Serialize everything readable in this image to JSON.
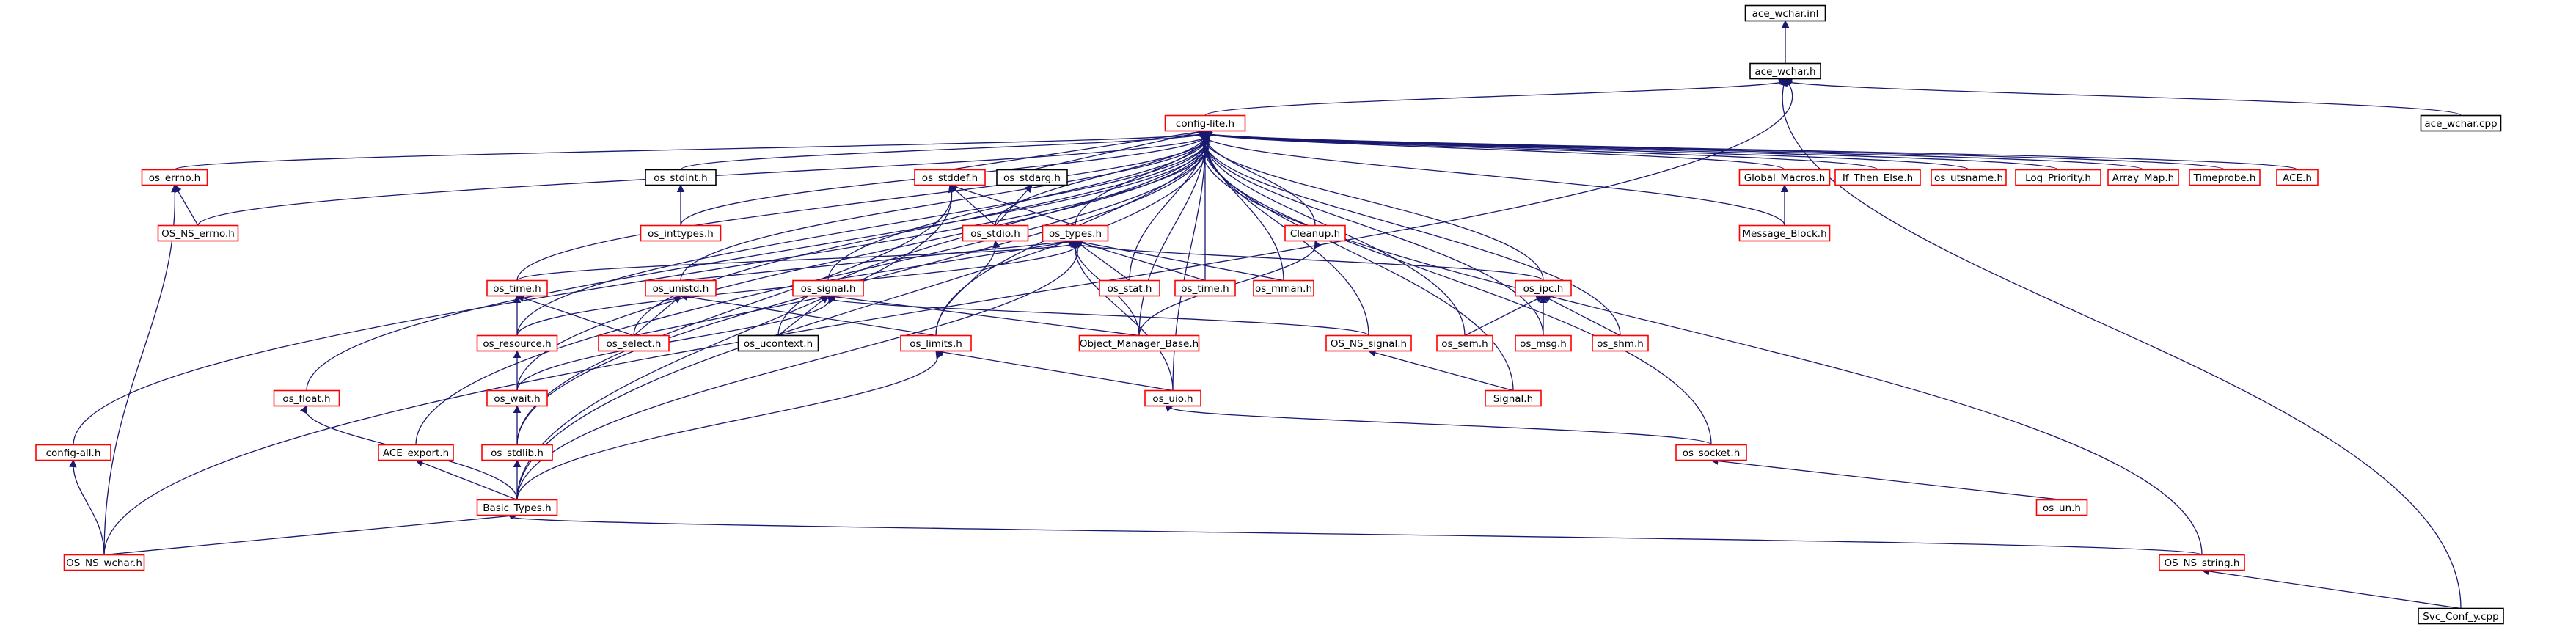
{
  "colors": {
    "background": "#ffffff",
    "edge": "#191970",
    "focus_fill": "#bfbfbf",
    "focus_border": "#000000",
    "incomplete_border": "#ff0000",
    "complete_border": "#000000"
  },
  "graph": {
    "nodes": [
      {
        "id": "ace_wchar_inl",
        "label": "ace_wchar.inl",
        "style": "focus"
      },
      {
        "id": "ace_wchar_h",
        "label": "ace_wchar.h",
        "style": "complete"
      },
      {
        "id": "ace_wchar_cpp",
        "label": "ace_wchar.cpp",
        "style": "complete"
      },
      {
        "id": "config_lite_h",
        "label": "config-lite.h",
        "style": "incomplete"
      },
      {
        "id": "os_errno_h",
        "label": "os_errno.h",
        "style": "incomplete"
      },
      {
        "id": "os_stdint_h",
        "label": "os_stdint.h",
        "style": "complete"
      },
      {
        "id": "os_stddef_h",
        "label": "os_stddef.h",
        "style": "incomplete"
      },
      {
        "id": "os_stdarg_h",
        "label": "os_stdarg.h",
        "style": "complete"
      },
      {
        "id": "global_macros_h",
        "label": "Global_Macros.h",
        "style": "incomplete"
      },
      {
        "id": "if_then_else_h",
        "label": "If_Then_Else.h",
        "style": "incomplete"
      },
      {
        "id": "os_utsname_h",
        "label": "os_utsname.h",
        "style": "incomplete"
      },
      {
        "id": "log_priority_h",
        "label": "Log_Priority.h",
        "style": "incomplete"
      },
      {
        "id": "array_map_h",
        "label": "Array_Map.h",
        "style": "incomplete"
      },
      {
        "id": "timeprobe_h",
        "label": "Timeprobe.h",
        "style": "incomplete"
      },
      {
        "id": "ace_h",
        "label": "ACE.h",
        "style": "incomplete"
      },
      {
        "id": "os_ns_errno_h",
        "label": "OS_NS_errno.h",
        "style": "incomplete"
      },
      {
        "id": "os_inttypes_h",
        "label": "os_inttypes.h",
        "style": "incomplete"
      },
      {
        "id": "os_stdio_h",
        "label": "os_stdio.h",
        "style": "incomplete"
      },
      {
        "id": "os_types_h",
        "label": "os_types.h",
        "style": "incomplete"
      },
      {
        "id": "cleanup_h",
        "label": "Cleanup.h",
        "style": "incomplete"
      },
      {
        "id": "message_block_h",
        "label": "Message_Block.h",
        "style": "incomplete"
      },
      {
        "id": "os_time_h_a",
        "label": "os_time.h",
        "style": "incomplete"
      },
      {
        "id": "os_unistd_h",
        "label": "os_unistd.h",
        "style": "incomplete"
      },
      {
        "id": "os_signal_h",
        "label": "os_signal.h",
        "style": "incomplete"
      },
      {
        "id": "os_stat_h",
        "label": "os_stat.h",
        "style": "incomplete"
      },
      {
        "id": "os_time_h_b",
        "label": "os_time.h",
        "style": "incomplete"
      },
      {
        "id": "os_mman_h",
        "label": "os_mman.h",
        "style": "incomplete"
      },
      {
        "id": "os_ipc_h",
        "label": "os_ipc.h",
        "style": "incomplete"
      },
      {
        "id": "os_resource_h",
        "label": "os_resource.h",
        "style": "incomplete"
      },
      {
        "id": "os_select_h",
        "label": "os_select.h",
        "style": "incomplete"
      },
      {
        "id": "os_ucontext_h",
        "label": "os_ucontext.h",
        "style": "complete"
      },
      {
        "id": "os_limits_h",
        "label": "os_limits.h",
        "style": "incomplete"
      },
      {
        "id": "object_manager_base_h",
        "label": "Object_Manager_Base.h",
        "style": "incomplete"
      },
      {
        "id": "os_ns_signal_h",
        "label": "OS_NS_signal.h",
        "style": "incomplete"
      },
      {
        "id": "os_sem_h",
        "label": "os_sem.h",
        "style": "incomplete"
      },
      {
        "id": "os_msg_h",
        "label": "os_msg.h",
        "style": "incomplete"
      },
      {
        "id": "os_shm_h",
        "label": "os_shm.h",
        "style": "incomplete"
      },
      {
        "id": "os_float_h",
        "label": "os_float.h",
        "style": "incomplete"
      },
      {
        "id": "os_wait_h",
        "label": "os_wait.h",
        "style": "incomplete"
      },
      {
        "id": "os_uio_h",
        "label": "os_uio.h",
        "style": "incomplete"
      },
      {
        "id": "signal_h",
        "label": "Signal.h",
        "style": "incomplete"
      },
      {
        "id": "config_all_h",
        "label": "config-all.h",
        "style": "incomplete"
      },
      {
        "id": "ace_export_h",
        "label": "ACE_export.h",
        "style": "incomplete"
      },
      {
        "id": "os_stdlib_h",
        "label": "os_stdlib.h",
        "style": "incomplete"
      },
      {
        "id": "os_socket_h",
        "label": "os_socket.h",
        "style": "incomplete"
      },
      {
        "id": "basic_types_h",
        "label": "Basic_Types.h",
        "style": "incomplete"
      },
      {
        "id": "os_un_h",
        "label": "os_un.h",
        "style": "incomplete"
      },
      {
        "id": "os_ns_wchar_h",
        "label": "OS_NS_wchar.h",
        "style": "incomplete"
      },
      {
        "id": "os_ns_string_h",
        "label": "OS_NS_string.h",
        "style": "incomplete"
      },
      {
        "id": "svc_conf_y_cpp",
        "label": "Svc_Conf_y.cpp",
        "style": "complete"
      }
    ],
    "edges": [
      {
        "from": "ace_wchar_h",
        "to": "ace_wchar_inl"
      },
      {
        "from": "ace_wchar_cpp",
        "to": "ace_wchar_h"
      },
      {
        "from": "config_lite_h",
        "to": "ace_wchar_h"
      },
      {
        "from": "os_ns_wchar_h",
        "to": "ace_wchar_h"
      },
      {
        "from": "svc_conf_y_cpp",
        "to": "ace_wchar_h"
      },
      {
        "from": "os_errno_h",
        "to": "config_lite_h"
      },
      {
        "from": "os_stdint_h",
        "to": "config_lite_h"
      },
      {
        "from": "os_stddef_h",
        "to": "config_lite_h"
      },
      {
        "from": "os_stdarg_h",
        "to": "config_lite_h"
      },
      {
        "from": "global_macros_h",
        "to": "config_lite_h"
      },
      {
        "from": "if_then_else_h",
        "to": "config_lite_h"
      },
      {
        "from": "os_utsname_h",
        "to": "config_lite_h"
      },
      {
        "from": "log_priority_h",
        "to": "config_lite_h"
      },
      {
        "from": "array_map_h",
        "to": "config_lite_h"
      },
      {
        "from": "timeprobe_h",
        "to": "config_lite_h"
      },
      {
        "from": "ace_h",
        "to": "config_lite_h"
      },
      {
        "from": "os_ns_errno_h",
        "to": "config_lite_h"
      },
      {
        "from": "os_inttypes_h",
        "to": "config_lite_h"
      },
      {
        "from": "os_stdio_h",
        "to": "config_lite_h"
      },
      {
        "from": "os_types_h",
        "to": "config_lite_h"
      },
      {
        "from": "cleanup_h",
        "to": "config_lite_h"
      },
      {
        "from": "message_block_h",
        "to": "config_lite_h"
      },
      {
        "from": "os_time_h_a",
        "to": "config_lite_h"
      },
      {
        "from": "os_unistd_h",
        "to": "config_lite_h"
      },
      {
        "from": "os_signal_h",
        "to": "config_lite_h"
      },
      {
        "from": "os_stat_h",
        "to": "config_lite_h"
      },
      {
        "from": "os_time_h_b",
        "to": "config_lite_h"
      },
      {
        "from": "os_mman_h",
        "to": "config_lite_h"
      },
      {
        "from": "os_ipc_h",
        "to": "config_lite_h"
      },
      {
        "from": "os_resource_h",
        "to": "config_lite_h"
      },
      {
        "from": "os_select_h",
        "to": "config_lite_h"
      },
      {
        "from": "os_ucontext_h",
        "to": "config_lite_h"
      },
      {
        "from": "os_limits_h",
        "to": "config_lite_h"
      },
      {
        "from": "object_manager_base_h",
        "to": "config_lite_h"
      },
      {
        "from": "os_ns_signal_h",
        "to": "config_lite_h"
      },
      {
        "from": "os_sem_h",
        "to": "config_lite_h"
      },
      {
        "from": "os_msg_h",
        "to": "config_lite_h"
      },
      {
        "from": "os_shm_h",
        "to": "config_lite_h"
      },
      {
        "from": "os_float_h",
        "to": "config_lite_h"
      },
      {
        "from": "os_wait_h",
        "to": "config_lite_h"
      },
      {
        "from": "os_uio_h",
        "to": "config_lite_h"
      },
      {
        "from": "signal_h",
        "to": "config_lite_h"
      },
      {
        "from": "config_all_h",
        "to": "config_lite_h"
      },
      {
        "from": "ace_export_h",
        "to": "config_lite_h"
      },
      {
        "from": "os_stdlib_h",
        "to": "config_lite_h"
      },
      {
        "from": "os_socket_h",
        "to": "config_lite_h"
      },
      {
        "from": "basic_types_h",
        "to": "config_lite_h"
      },
      {
        "from": "os_ns_string_h",
        "to": "config_lite_h"
      },
      {
        "from": "os_ns_errno_h",
        "to": "os_errno_h"
      },
      {
        "from": "os_ns_wchar_h",
        "to": "os_errno_h"
      },
      {
        "from": "os_inttypes_h",
        "to": "os_stdint_h"
      },
      {
        "from": "os_stdio_h",
        "to": "os_stddef_h"
      },
      {
        "from": "os_types_h",
        "to": "os_stddef_h"
      },
      {
        "from": "os_stdlib_h",
        "to": "os_stddef_h"
      },
      {
        "from": "basic_types_h",
        "to": "os_stddef_h"
      },
      {
        "from": "os_stdio_h",
        "to": "os_stdarg_h"
      },
      {
        "from": "message_block_h",
        "to": "global_macros_h"
      },
      {
        "from": "os_limits_h",
        "to": "os_stdio_h"
      },
      {
        "from": "os_time_h_a",
        "to": "os_types_h"
      },
      {
        "from": "os_unistd_h",
        "to": "os_types_h"
      },
      {
        "from": "os_signal_h",
        "to": "os_types_h"
      },
      {
        "from": "os_stat_h",
        "to": "os_types_h"
      },
      {
        "from": "os_time_h_b",
        "to": "os_types_h"
      },
      {
        "from": "os_mman_h",
        "to": "os_types_h"
      },
      {
        "from": "os_ipc_h",
        "to": "os_types_h"
      },
      {
        "from": "os_resource_h",
        "to": "os_types_h"
      },
      {
        "from": "object_manager_base_h",
        "to": "os_types_h"
      },
      {
        "from": "os_uio_h",
        "to": "os_types_h"
      },
      {
        "from": "basic_types_h",
        "to": "os_types_h"
      },
      {
        "from": "object_manager_base_h",
        "to": "cleanup_h"
      },
      {
        "from": "os_resource_h",
        "to": "os_time_h_a"
      },
      {
        "from": "os_select_h",
        "to": "os_time_h_a"
      },
      {
        "from": "os_select_h",
        "to": "os_unistd_h"
      },
      {
        "from": "os_limits_h",
        "to": "os_unistd_h"
      },
      {
        "from": "os_select_h",
        "to": "os_signal_h"
      },
      {
        "from": "os_ucontext_h",
        "to": "os_signal_h"
      },
      {
        "from": "object_manager_base_h",
        "to": "os_signal_h"
      },
      {
        "from": "os_ns_signal_h",
        "to": "os_signal_h"
      },
      {
        "from": "os_wait_h",
        "to": "os_signal_h"
      },
      {
        "from": "os_sem_h",
        "to": "os_ipc_h"
      },
      {
        "from": "os_msg_h",
        "to": "os_ipc_h"
      },
      {
        "from": "os_shm_h",
        "to": "os_ipc_h"
      },
      {
        "from": "os_wait_h",
        "to": "os_resource_h"
      },
      {
        "from": "os_uio_h",
        "to": "os_limits_h"
      },
      {
        "from": "basic_types_h",
        "to": "os_limits_h"
      },
      {
        "from": "signal_h",
        "to": "os_ns_signal_h"
      },
      {
        "from": "os_stdlib_h",
        "to": "os_wait_h"
      },
      {
        "from": "os_socket_h",
        "to": "os_uio_h"
      },
      {
        "from": "basic_types_h",
        "to": "os_float_h"
      },
      {
        "from": "os_ns_wchar_h",
        "to": "config_all_h"
      },
      {
        "from": "basic_types_h",
        "to": "ace_export_h"
      },
      {
        "from": "basic_types_h",
        "to": "os_stdlib_h"
      },
      {
        "from": "os_un_h",
        "to": "os_socket_h"
      },
      {
        "from": "os_ns_wchar_h",
        "to": "basic_types_h"
      },
      {
        "from": "os_ns_string_h",
        "to": "basic_types_h"
      },
      {
        "from": "svc_conf_y_cpp",
        "to": "os_ns_string_h"
      }
    ]
  }
}
